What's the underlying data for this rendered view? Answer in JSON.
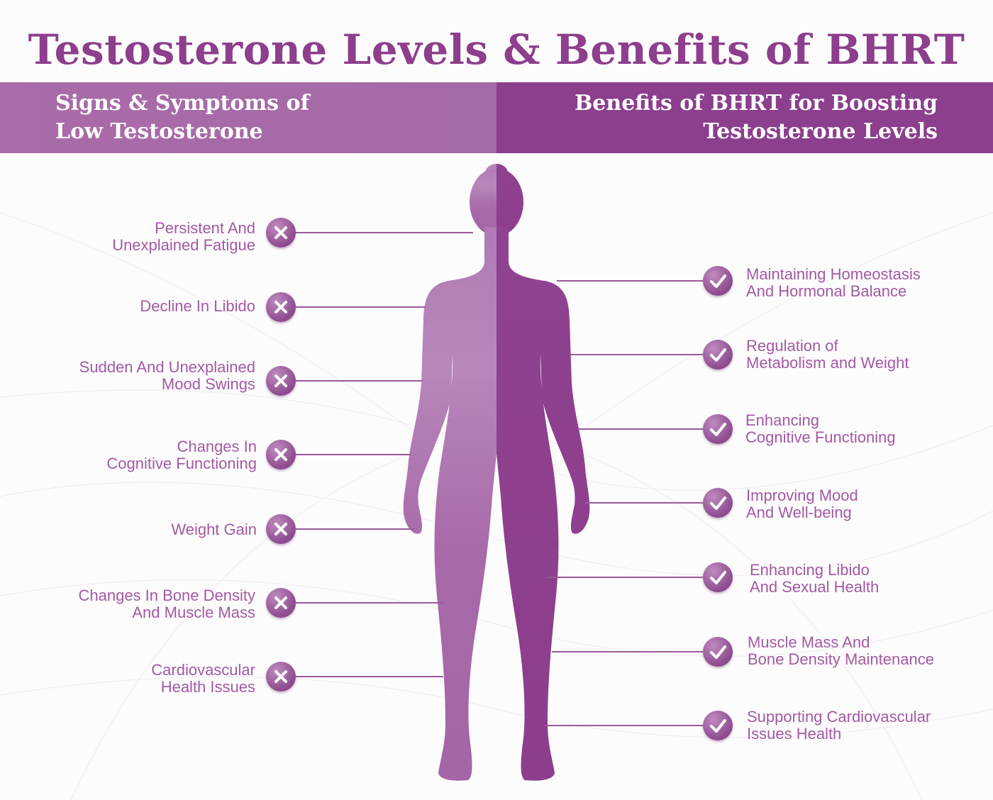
{
  "title": "Testosterone Levels & Benefits of BHRT",
  "left_header": {
    "line1": "Signs & Symptoms of",
    "line2": "Low Testosterone"
  },
  "right_header": {
    "line1": "Benefits of BHRT for Boosting",
    "line2": "Testosterone Levels"
  },
  "symptoms": [
    {
      "line1": "Persistent And",
      "line2": "Unexplained Fatigue",
      "icon": "x-icon"
    },
    {
      "line1": "Decline In Libido",
      "line2": "",
      "icon": "x-icon"
    },
    {
      "line1": "Sudden And Unexplained",
      "line2": "Mood Swings",
      "icon": "x-icon"
    },
    {
      "line1": "Changes In",
      "line2": "Cognitive Functioning",
      "icon": "x-icon"
    },
    {
      "line1": "Weight Gain",
      "line2": "",
      "icon": "x-icon"
    },
    {
      "line1": "Changes In Bone Density",
      "line2": "And Muscle Mass",
      "icon": "x-icon"
    },
    {
      "line1": "Cardiovascular",
      "line2": "Health Issues",
      "icon": "x-icon"
    }
  ],
  "benefits": [
    {
      "line1": "Maintaining Homeostasis",
      "line2": "And Hormonal Balance",
      "icon": "check-icon"
    },
    {
      "line1": "Regulation of",
      "line2": "Metabolism and Weight",
      "icon": "check-icon"
    },
    {
      "line1": "Enhancing",
      "line2": "Cognitive Functioning",
      "icon": "check-icon"
    },
    {
      "line1": "Improving Mood",
      "line2": "And Well-being",
      "icon": "check-icon"
    },
    {
      "line1": "Enhancing Libido",
      "line2": "And Sexual Health",
      "icon": "check-icon"
    },
    {
      "line1": "Muscle Mass And",
      "line2": "Bone Density Maintenance",
      "icon": "check-icon"
    },
    {
      "line1": "Supporting Cardiovascular",
      "line2": "Issues Health",
      "icon": "check-icon"
    }
  ],
  "colors": {
    "title": "#8d3e8c",
    "left_band": "#a76aa7",
    "right_band": "#8b3f8d",
    "body_light": "#a86aa8",
    "body_dark": "#8e3f8e",
    "label_text": "#a25aa2"
  }
}
